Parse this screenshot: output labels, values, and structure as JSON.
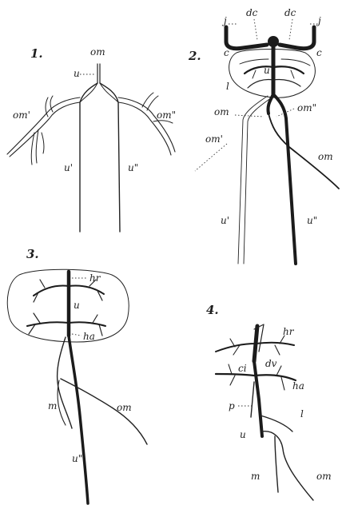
{
  "figures": [
    {
      "number": "1.",
      "labels": {
        "om": "om",
        "u": "u",
        "om1": "om'",
        "om2": "om\"",
        "u1": "u'",
        "u2": "u\""
      }
    },
    {
      "number": "2.",
      "labels": {
        "j_left": "j",
        "dc_left": "dc",
        "dc_right": "dc",
        "j_right": "j",
        "c_left": "c",
        "c_right": "c",
        "u": "u",
        "l": "l",
        "om": "om",
        "om2_top": "om\"",
        "om1": "om'",
        "om_right": "om",
        "u1": "u'",
        "u2": "u\""
      }
    },
    {
      "number": "3.",
      "labels": {
        "hr": "hr",
        "u": "u",
        "ha": "ha",
        "m": "m",
        "om": "om",
        "u2": "u\""
      }
    },
    {
      "number": "4.",
      "labels": {
        "hr": "hr",
        "ci": "ci",
        "dv": "dv",
        "ha": "ha",
        "p": "p",
        "l": "l",
        "u": "u",
        "m": "m",
        "om": "om"
      }
    }
  ]
}
